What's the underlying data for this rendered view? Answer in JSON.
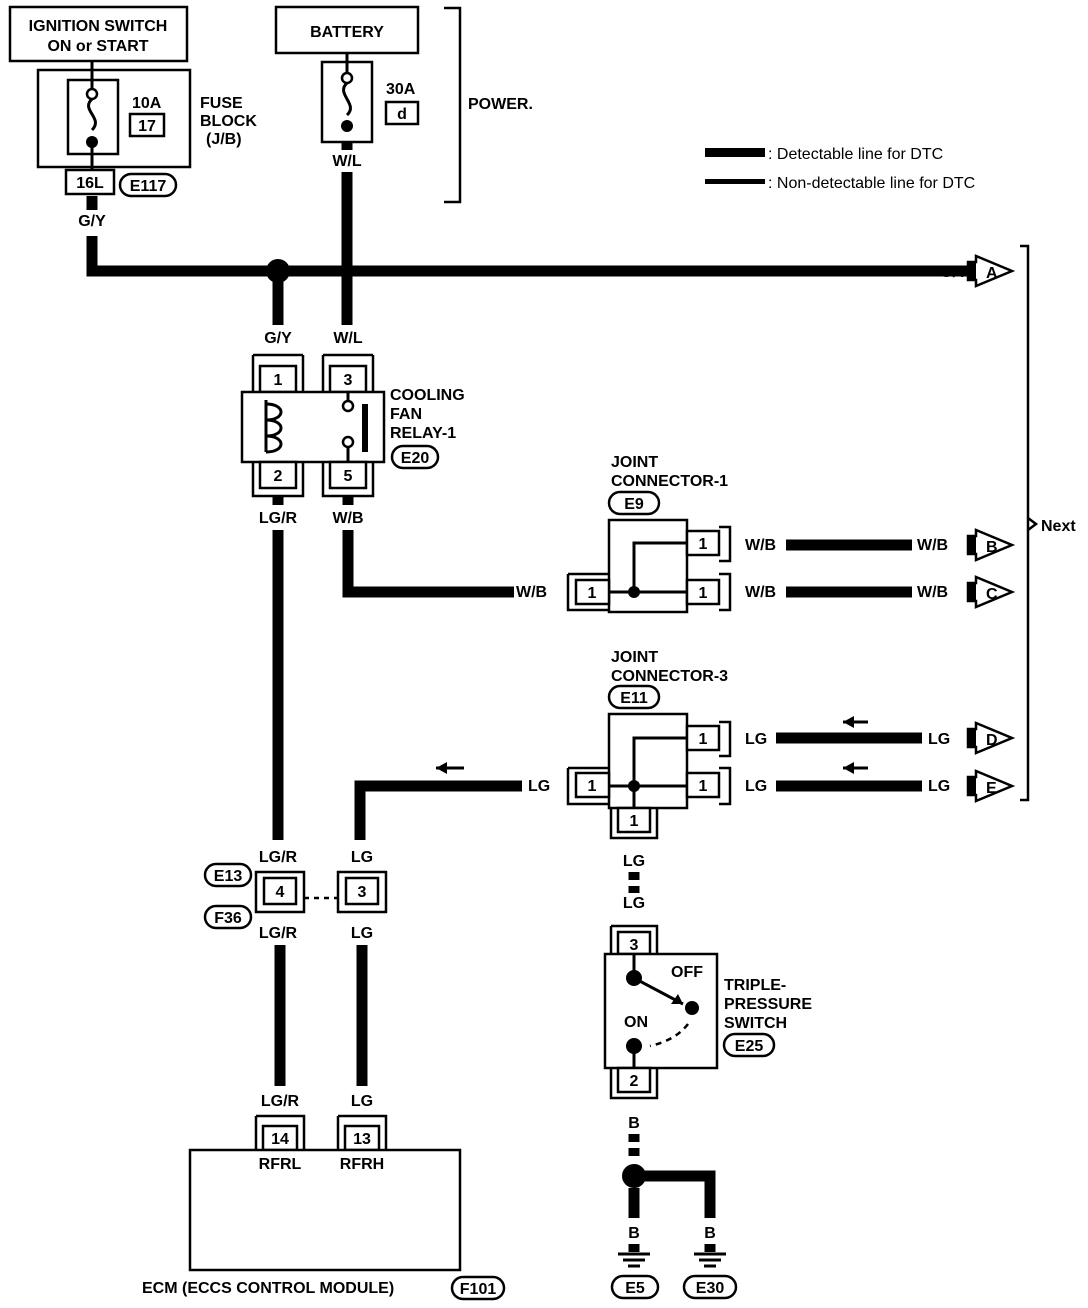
{
  "power": {
    "ignition_line1": "IGNITION SWITCH",
    "ignition_line2": "ON or START",
    "battery": "BATTERY",
    "power_label": "POWER."
  },
  "fuse_block": {
    "amp": "10A",
    "fuse_no": "17",
    "label_line1": "FUSE",
    "label_line2": "BLOCK",
    "label_line3": "(J/B)",
    "terminal": "16L",
    "connector": "E117"
  },
  "battery_fuse": {
    "amp": "30A",
    "fuse_id": "d"
  },
  "legend": {
    "detectable": ": Detectable line for DTC",
    "non_detectable": ": Non-detectable line for DTC"
  },
  "wire_colors": {
    "gy": "G/Y",
    "wl": "W/L",
    "lgr": "LG/R",
    "wb": "W/B",
    "lg": "LG",
    "b": "B"
  },
  "relay": {
    "line1": "COOLING",
    "line2": "FAN",
    "line3": "RELAY-1",
    "connector": "E20",
    "pin1": "1",
    "pin2": "2",
    "pin3": "3",
    "pin5": "5"
  },
  "joint1": {
    "line1": "JOINT",
    "line2": "CONNECTOR-1",
    "connector": "E9",
    "pin": "1"
  },
  "joint3": {
    "line1": "JOINT",
    "line2": "CONNECTOR-3",
    "connector": "E11",
    "pin": "1"
  },
  "next": {
    "label": "Next",
    "a": "A",
    "b": "B",
    "c": "C",
    "d": "D",
    "e": "E"
  },
  "harness": {
    "e13": "E13",
    "f36": "F36",
    "pin4": "4",
    "pin3": "3"
  },
  "switch": {
    "line1": "TRIPLE-",
    "line2": "PRESSURE",
    "line3": "SWITCH",
    "connector": "E25",
    "off": "OFF",
    "on": "ON",
    "pin3": "3",
    "pin2": "2"
  },
  "ecm": {
    "pin14": "14",
    "pin13": "13",
    "rfrl": "RFRL",
    "rfrh": "RFRH",
    "label": "ECM (ECCS  CONTROL  MODULE)",
    "connector": "F101"
  },
  "grounds": {
    "e5": "E5",
    "e30": "E30"
  }
}
